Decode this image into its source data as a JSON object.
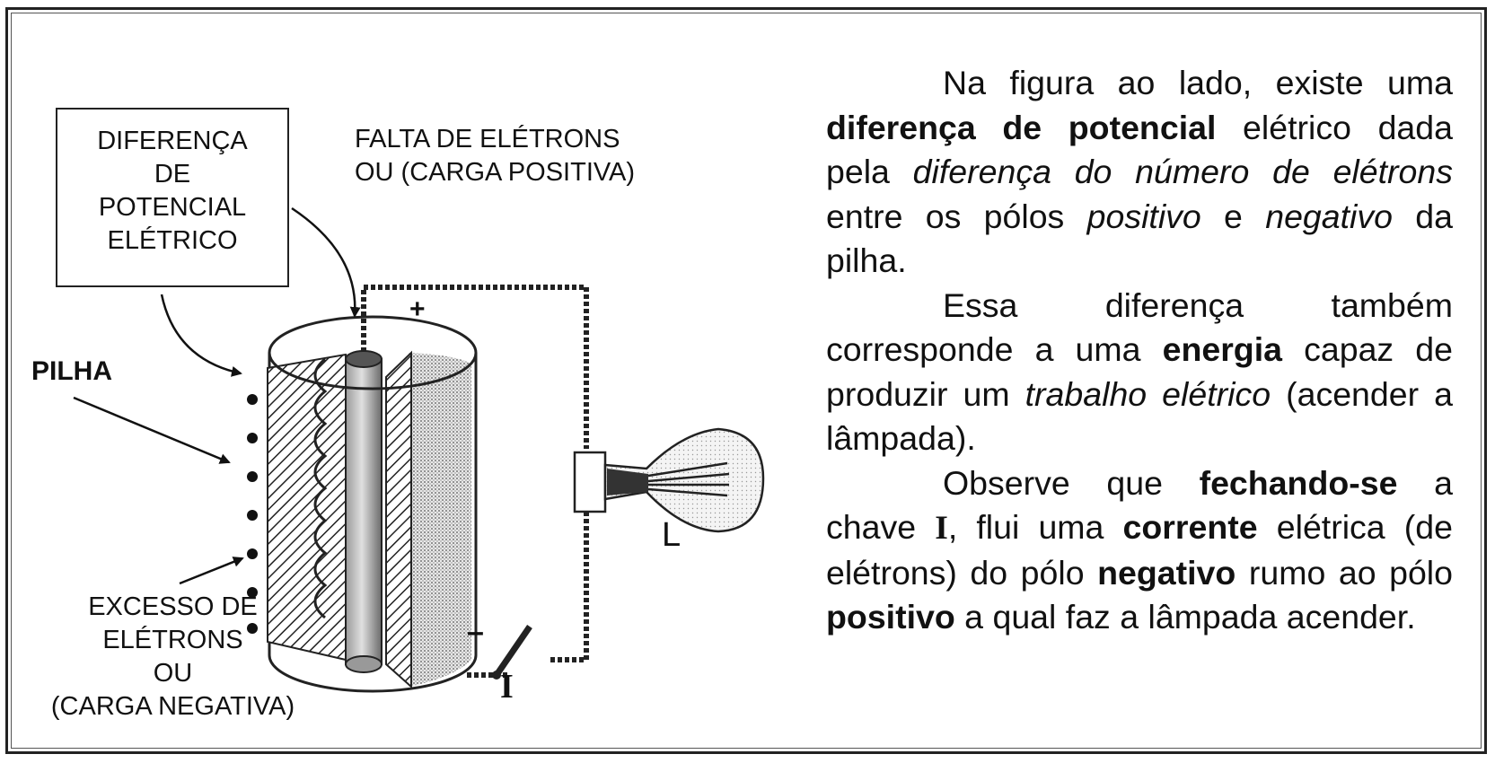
{
  "diagram": {
    "labels": {
      "ddp_box": [
        "DIFERENÇA",
        "DE",
        "POTENCIAL",
        "ELÉTRICO"
      ],
      "falta": [
        "FALTA DE ELÉTRONS",
        "OU (CARGA POSITIVA)"
      ],
      "pilha": "PILHA",
      "excesso": [
        "EXCESSO DE",
        "ELÉTRONS",
        "OU",
        "(CARGA NEGATIVA)"
      ],
      "lamp": "L",
      "switch": "I",
      "plus": "+",
      "minus": "–"
    }
  },
  "text": {
    "p1": [
      {
        "t": "Na figura ao lado, existe uma ",
        "s": "normal"
      },
      {
        "t": "diferença de potencial",
        "s": "bold"
      },
      {
        "t": " elétrico dada pela ",
        "s": "normal"
      },
      {
        "t": "diferença do número de elétrons",
        "s": "italic"
      },
      {
        "t": " entre os pólos ",
        "s": "normal"
      },
      {
        "t": "positivo",
        "s": "italic"
      },
      {
        "t": " e ",
        "s": "normal"
      },
      {
        "t": "negativo",
        "s": "italic"
      },
      {
        "t": " da pilha.",
        "s": "normal"
      }
    ],
    "p2": [
      {
        "t": "Essa diferença também corresponde a uma ",
        "s": "normal"
      },
      {
        "t": "energia",
        "s": "bold"
      },
      {
        "t": " capaz de produzir um ",
        "s": "normal"
      },
      {
        "t": "trabalho elétrico",
        "s": "italic"
      },
      {
        "t": " (acender a lâmpada).",
        "s": "normal"
      }
    ],
    "p3": [
      {
        "t": "Observe que ",
        "s": "normal"
      },
      {
        "t": "fechando-se",
        "s": "bold"
      },
      {
        "t": " a chave ",
        "s": "normal"
      },
      {
        "t": "I",
        "s": "serif"
      },
      {
        "t": ", flui uma ",
        "s": "normal"
      },
      {
        "t": "corrente",
        "s": "bold"
      },
      {
        "t": " elétrica (de elétrons) do pólo ",
        "s": "normal"
      },
      {
        "t": "negativo",
        "s": "bold"
      },
      {
        "t": " rumo ao pólo ",
        "s": "normal"
      },
      {
        "t": "positivo",
        "s": "bold"
      },
      {
        "t": " a qual faz a lâmpada acender.",
        "s": "normal"
      }
    ]
  }
}
